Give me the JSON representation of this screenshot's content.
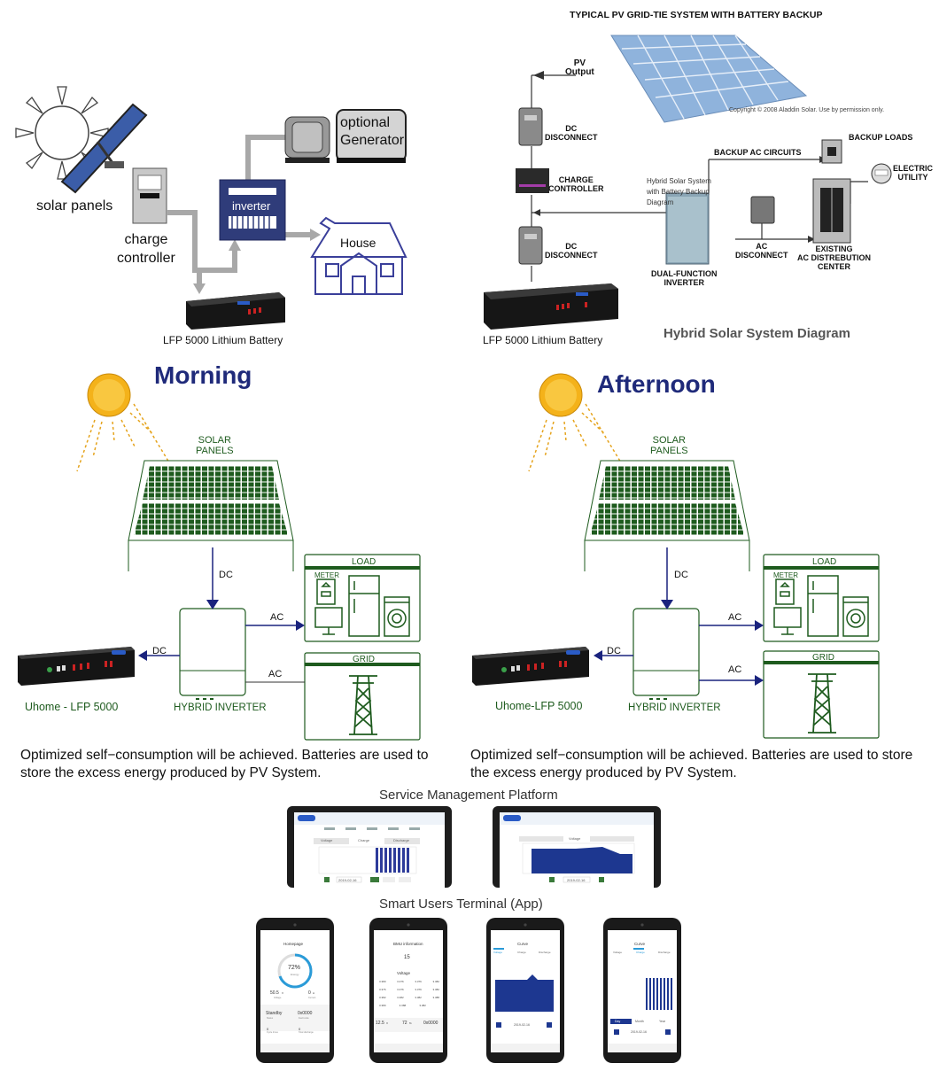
{
  "top_left": {
    "solar_panels": "solar panels",
    "charge_controller": "charge\ncontroller",
    "inverter": "inverter",
    "generator": "optional\nGenerator",
    "house": "House",
    "battery": "LFP 5000 Lithium Battery"
  },
  "top_right": {
    "title": "TYPICAL PV GRID-TIE SYSTEM WITH BATTERY BACKUP",
    "pv_output": "PV\nOutput",
    "copyright": "Copyright © 2008 Aladdin Solar. Use by permission only.",
    "dc_disconnect_1": "DC\nDISCONNECT",
    "charge_controller": "CHARGE\nCONTROLLER",
    "dc_disconnect_2": "DC\nDISCONNECT",
    "backup_ac": "BACKUP AC CIRCUITS",
    "backup_loads": "BACKUP LOADS",
    "electric_utility": "ELECTRIC\nUTILITY",
    "hybrid_note": "Hybrid Solar System\nwith Battery Backup\nDiagram",
    "ac_disconnect": "AC\nDISCONNECT",
    "existing_ac": "EXISTING\nAC DISTREBUTION\nCENTER",
    "dual_inverter": "DUAL-FUNCTION\nINVERTER",
    "battery": "LFP 5000 Lithium Battery",
    "diagram_caption": "Hybrid Solar System Diagram"
  },
  "morning": {
    "title": "Morning",
    "solar": "SOLAR\nPANELS",
    "dc1": "DC",
    "ac1": "AC",
    "dc2": "DC",
    "ac2": "AC",
    "load": "LOAD",
    "meter": "METER",
    "grid": "GRID",
    "battery": "Uhome - LFP 5000",
    "inverter": "HYBRID INVERTER",
    "text": "Optimized self−consumption will be achieved. Batteries are used to store the excess energy produced by PV System."
  },
  "afternoon": {
    "title": "Afternoon",
    "solar": "SOLAR\nPANELS",
    "dc1": "DC",
    "ac1": "AC",
    "dc2": "DC",
    "ac2": "AC",
    "load": "LOAD",
    "meter": "METER",
    "grid": "GRID",
    "battery": "Uhome-LFP 5000",
    "inverter": "HYBRID INVERTER",
    "text": "Optimized self−consumption will be achieved. Batteries are used to store the excess energy produced by PV System."
  },
  "service_title": "Service Management Platform",
  "app_title": "Smart Users Terminal (App)",
  "laptop1": {
    "tabs": [
      "Voltage",
      "Charge",
      "Discharge"
    ],
    "date": "2019-02-16"
  },
  "laptop2": {
    "tab": "Voltage",
    "date": "2019-02-16"
  },
  "phone1": {
    "header": "Homepage",
    "soc": "72%",
    "soc_label": "Energy",
    "voltage": "50.5",
    "voltage_unit": "V",
    "voltage_label": "Voltage",
    "current": "0",
    "current_unit": "A",
    "current_label": "Current",
    "standby": "Standby",
    "status_label": "Status",
    "fault": "0x0000",
    "fault_label": "Fault code",
    "c1": "0",
    "c1_label": "Cycle times",
    "c2": "0",
    "c2_label": "Total discharge"
  },
  "phone2": {
    "header": "BMU information",
    "num": "15",
    "voltage": "Voltage",
    "cells": [
      [
        "3.380",
        "3.376",
        "3.376",
        "3.382"
      ],
      [
        "3.376",
        "3.376",
        "3.376",
        "3.382"
      ],
      [
        "3.382",
        "3.382",
        "3.382",
        "3.388"
      ],
      [
        "3.380",
        "3.388",
        "3.382",
        ""
      ]
    ],
    "v": "12.5",
    "v_unit": "V",
    "soc": "72",
    "soc_unit": "%",
    "code": "0x0000"
  },
  "phone3": {
    "header": "Curve",
    "tabs": [
      "Voltage",
      "Charge",
      "Discharge"
    ],
    "date": "2019-02-16"
  },
  "phone4": {
    "header": "Curve",
    "tabs": [
      "Voltage",
      "Charge",
      "Discharge"
    ],
    "btns": [
      "Day",
      "Month",
      "Year"
    ],
    "date": "2019-02-16"
  },
  "colors": {
    "green": "#1e5b1e",
    "blue": "#1f2a7a",
    "navy": "#1a237e",
    "pipe": "#a8a8a8"
  }
}
